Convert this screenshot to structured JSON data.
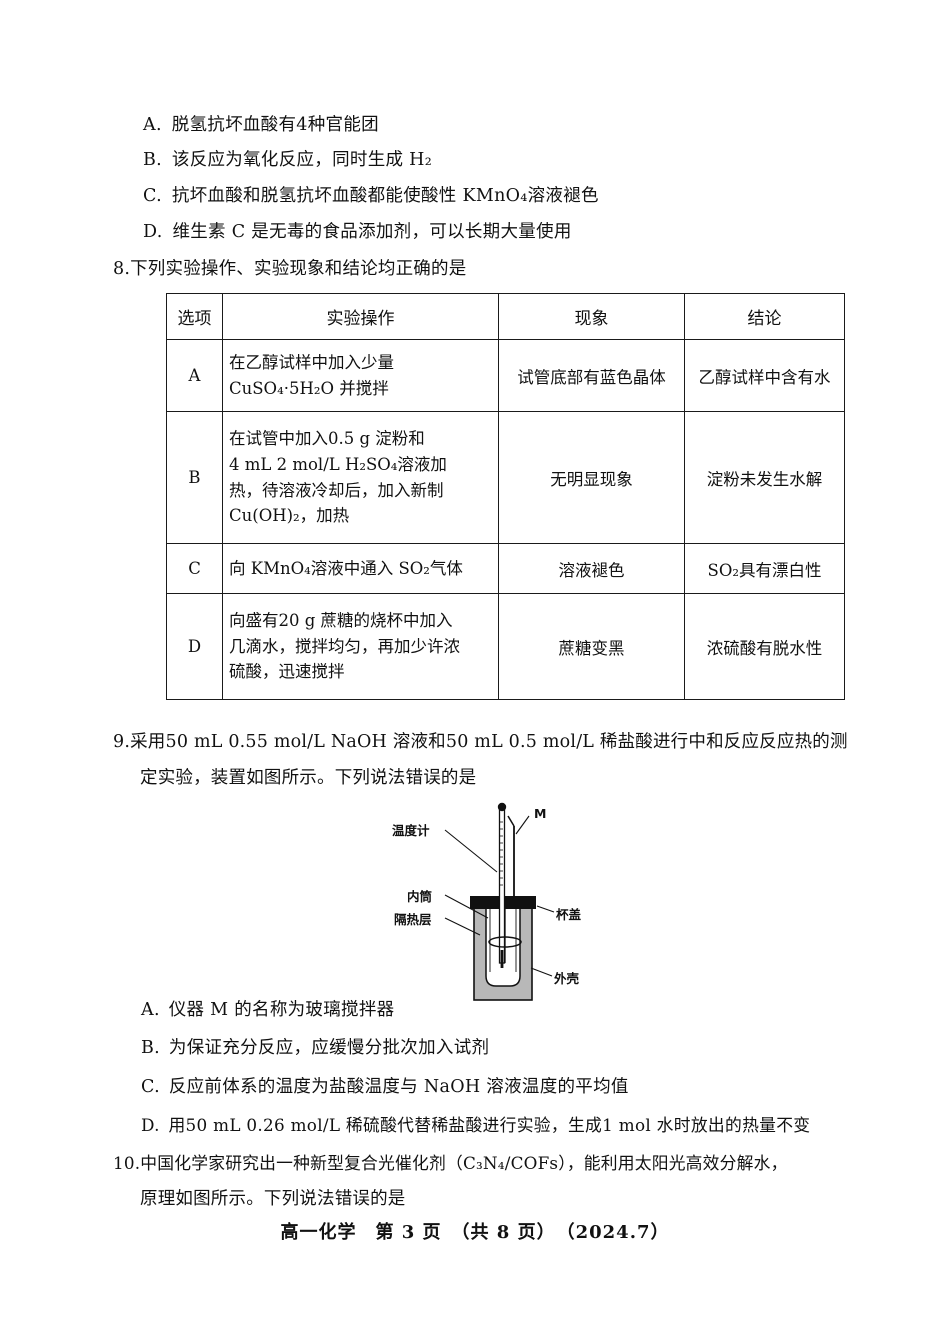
{
  "document": {
    "subject_footer": "高一化学　第 3 页　（共 8 页）　（2024.7）"
  },
  "question_7_options": [
    {
      "label": "A.",
      "text": "脱氢抗坏血酸有4种官能团"
    },
    {
      "label": "B.",
      "text": "该反应为氧化反应，同时生成 H₂"
    },
    {
      "label": "C.",
      "text": "抗坏血酸和脱氢抗坏血酸都能使酸性 KMnO₄溶液褪色"
    },
    {
      "label": "D.",
      "text": "维生素 C 是无毒的食品添加剂，可以长期大量使用"
    }
  ],
  "question_8": {
    "number": "8.",
    "stem": "下列实验操作、实验现象和结论均正确的是",
    "table": {
      "headers": [
        "选项",
        "实验操作",
        "现象",
        "结论"
      ],
      "rows": [
        {
          "option": "A",
          "operation_lines": [
            "在乙醇试样中加入少量",
            "CuSO₄·5H₂O 并搅拌"
          ],
          "phenomenon": "试管底部有蓝色晶体",
          "conclusion": "乙醇试样中含有水"
        },
        {
          "option": "B",
          "operation_lines": [
            "在试管中加入0.5 g 淀粉和",
            "4 mL 2 mol/L H₂SO₄溶液加",
            "热，待溶液冷却后，加入新制",
            "Cu(OH)₂，加热"
          ],
          "phenomenon": "无明显现象",
          "conclusion": "淀粉未发生水解"
        },
        {
          "option": "C",
          "operation_lines": [
            "向 KMnO₄溶液中通入 SO₂气体"
          ],
          "phenomenon": "溶液褪色",
          "conclusion": "SO₂具有漂白性"
        },
        {
          "option": "D",
          "operation_lines": [
            "向盛有20 g 蔗糖的烧杯中加入",
            "几滴水，搅拌均匀，再加少许浓",
            "硫酸，迅速搅拌"
          ],
          "phenomenon": "蔗糖变黑",
          "conclusion": "浓硫酸有脱水性"
        }
      ]
    }
  },
  "question_9": {
    "number": "9.",
    "stem_line1": "采用50 mL 0.55 mol/L NaOH 溶液和50 mL 0.5 mol/L 稀盐酸进行中和反应反应热的测",
    "stem_line2": "定实验，装置如图所示。下列说法错误的是",
    "figure_labels": {
      "thermometer": "温度计",
      "stirrer": "M",
      "inner_cylinder": "内筒",
      "insulation_layer": "隔热层",
      "cup_lid": "杯盖",
      "outer_shell": "外壳"
    },
    "options": [
      {
        "label": "A.",
        "text": "仪器 M 的名称为玻璃搅拌器"
      },
      {
        "label": "B.",
        "text": "为保证充分反应，应缓慢分批次加入试剂"
      },
      {
        "label": "C.",
        "text": "反应前体系的温度为盐酸温度与 NaOH 溶液温度的平均值"
      },
      {
        "label": "D.",
        "text": "用50 mL 0.26 mol/L 稀硫酸代替稀盐酸进行实验，生成1 mol 水时放出的热量不变"
      }
    ]
  },
  "question_10": {
    "number": "10.",
    "stem_line1": "中国化学家研究出一种新型复合光催化剂（C₃N₄/COFs），能利用太阳光高效分解水，",
    "stem_line2": "原理如图所示。下列说法错误的是"
  }
}
